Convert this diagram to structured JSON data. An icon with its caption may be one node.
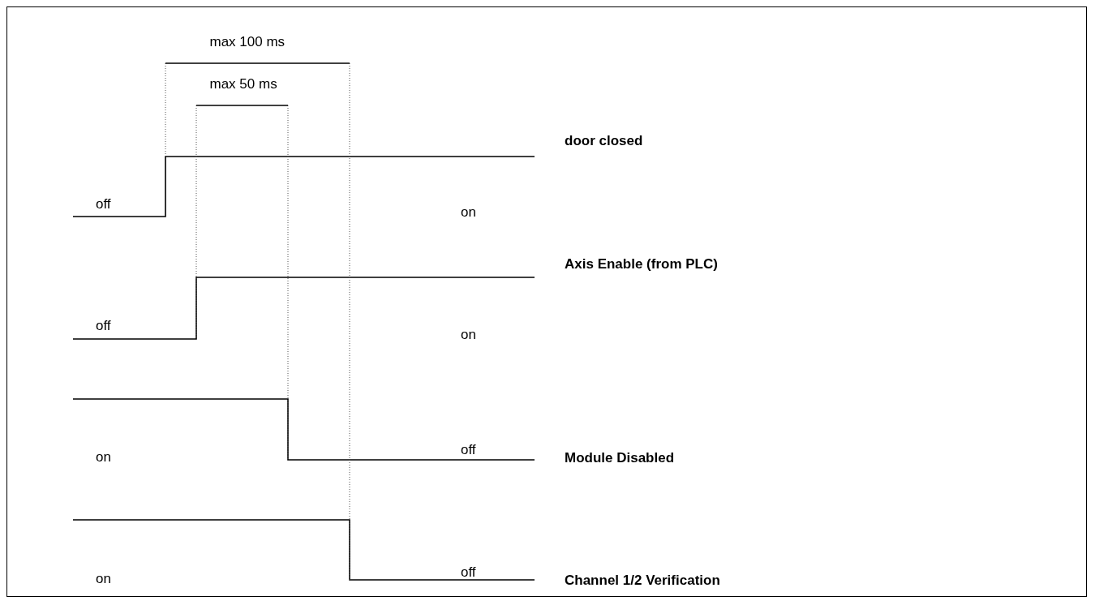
{
  "diagram": {
    "labels": [
      "max 100 ms",
      "max 50 ms",
      "door closed",
      "off",
      "on",
      "Axis Enable (from PLC)",
      "off",
      "on",
      "on",
      "off",
      "Module Disabled",
      "on",
      "off",
      "Channel 1/2 Verification"
    ]
  }
}
